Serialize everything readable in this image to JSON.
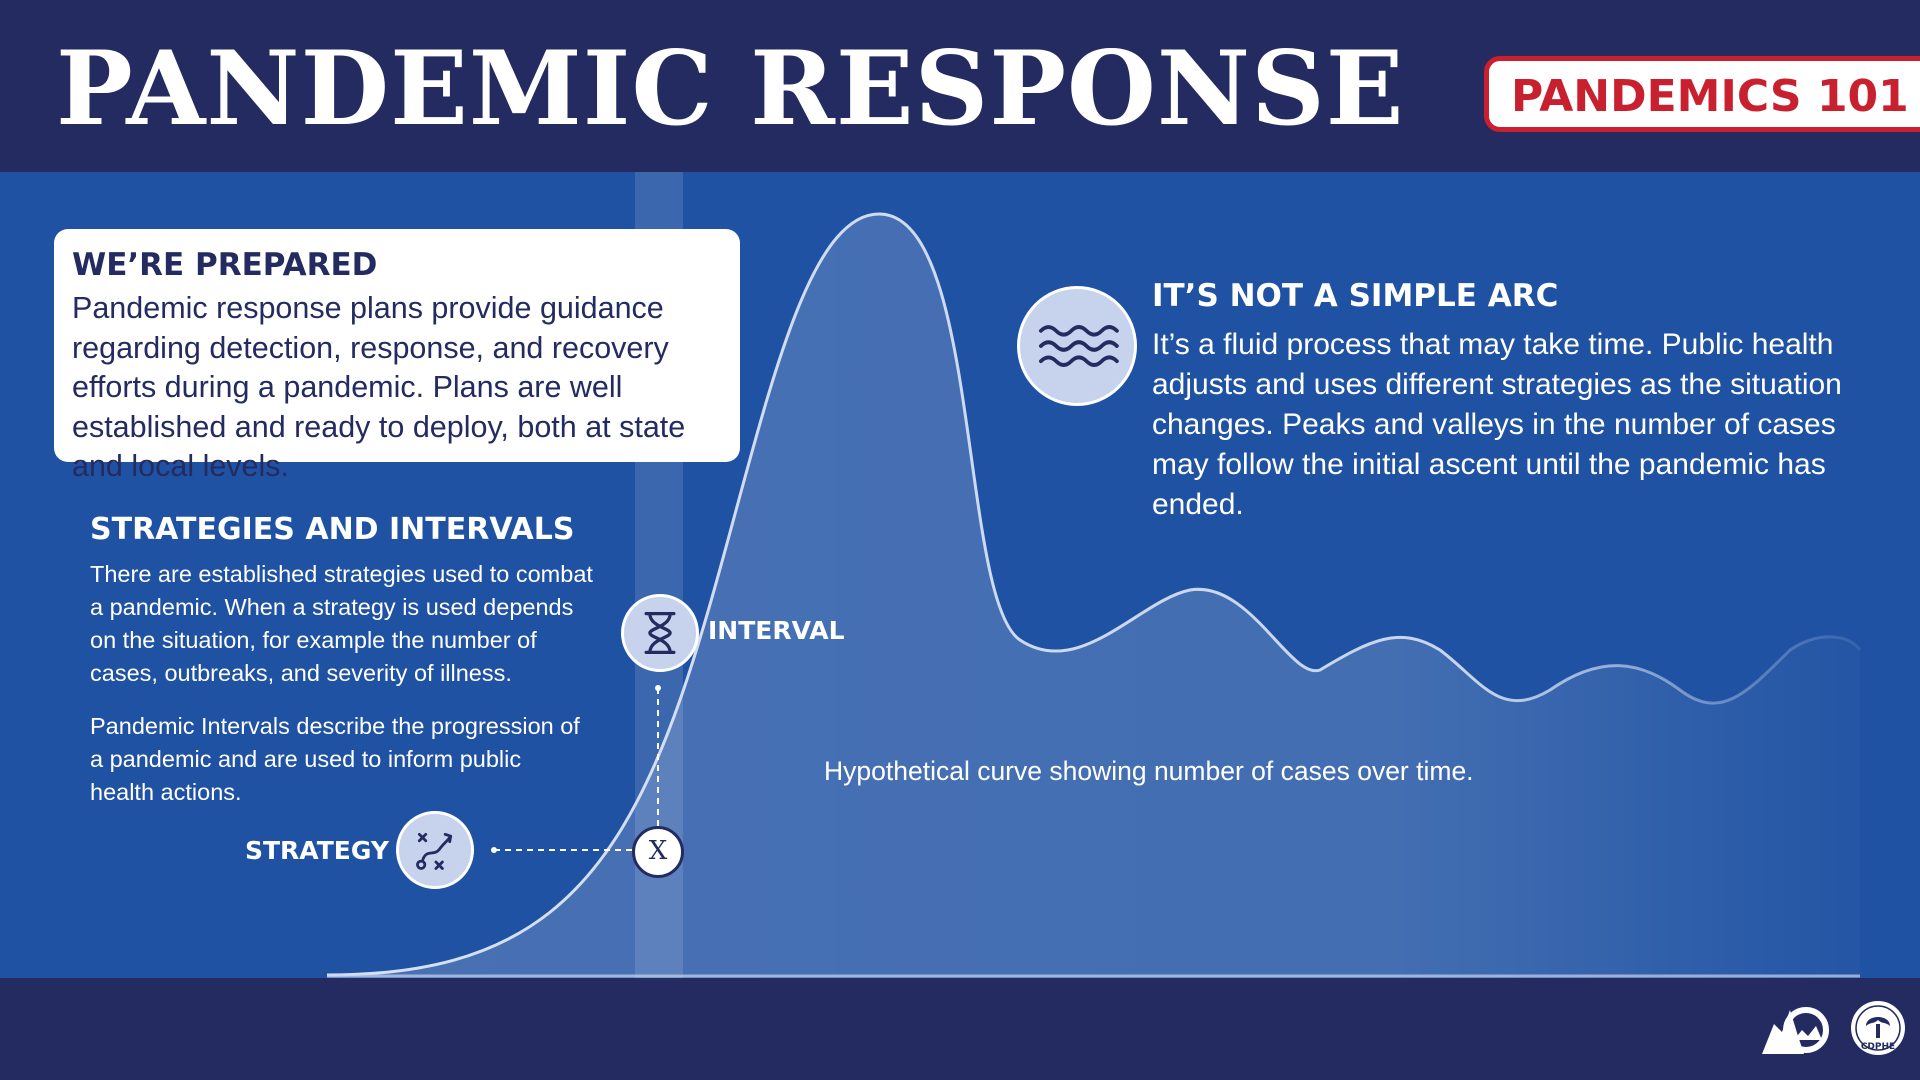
{
  "header": {
    "title": "PANDEMIC RESPONSE",
    "badge": "PANDEMICS 101"
  },
  "prepared": {
    "title": "WE’RE PREPARED",
    "text": "Pandemic response plans provide guidance regarding detection, response, and recovery efforts during a pandemic. Plans are well established and ready to deploy, both at state and local levels."
  },
  "strategies": {
    "title": "STRATEGIES AND INTERVALS",
    "paragraph1": "There are established strategies used to combat a pandemic. When a strategy is used depends on the situation, for example the number of cases, outbreaks, and severity of illness.",
    "paragraph2": "Pandemic Intervals describe the progression of a pandemic and are used to inform public health actions."
  },
  "arc": {
    "title": "IT’S NOT A SIMPLE ARC",
    "text": "It’s a fluid process that may take time. Public health adjusts and uses different strategies as the situation changes. Peaks and valleys in the number of cases may follow the initial ascent until the pandemic has ended."
  },
  "diagram": {
    "interval_label": "INTERVAL",
    "strategy_label": "STRATEGY",
    "marker": "X",
    "caption": "Hypothetical curve showing number of cases over time."
  },
  "icons": {
    "waves": "waves-icon",
    "hourglass": "hourglass-icon",
    "strategy": "strategy-play-icon",
    "logo": "colorado-cdphe-logo"
  },
  "logo": {
    "text": "CDPHE"
  },
  "colors": {
    "navy": "#232b60",
    "blue": "#1f52a3",
    "red": "#c8202f",
    "light_blue": "#c7d3ec"
  }
}
